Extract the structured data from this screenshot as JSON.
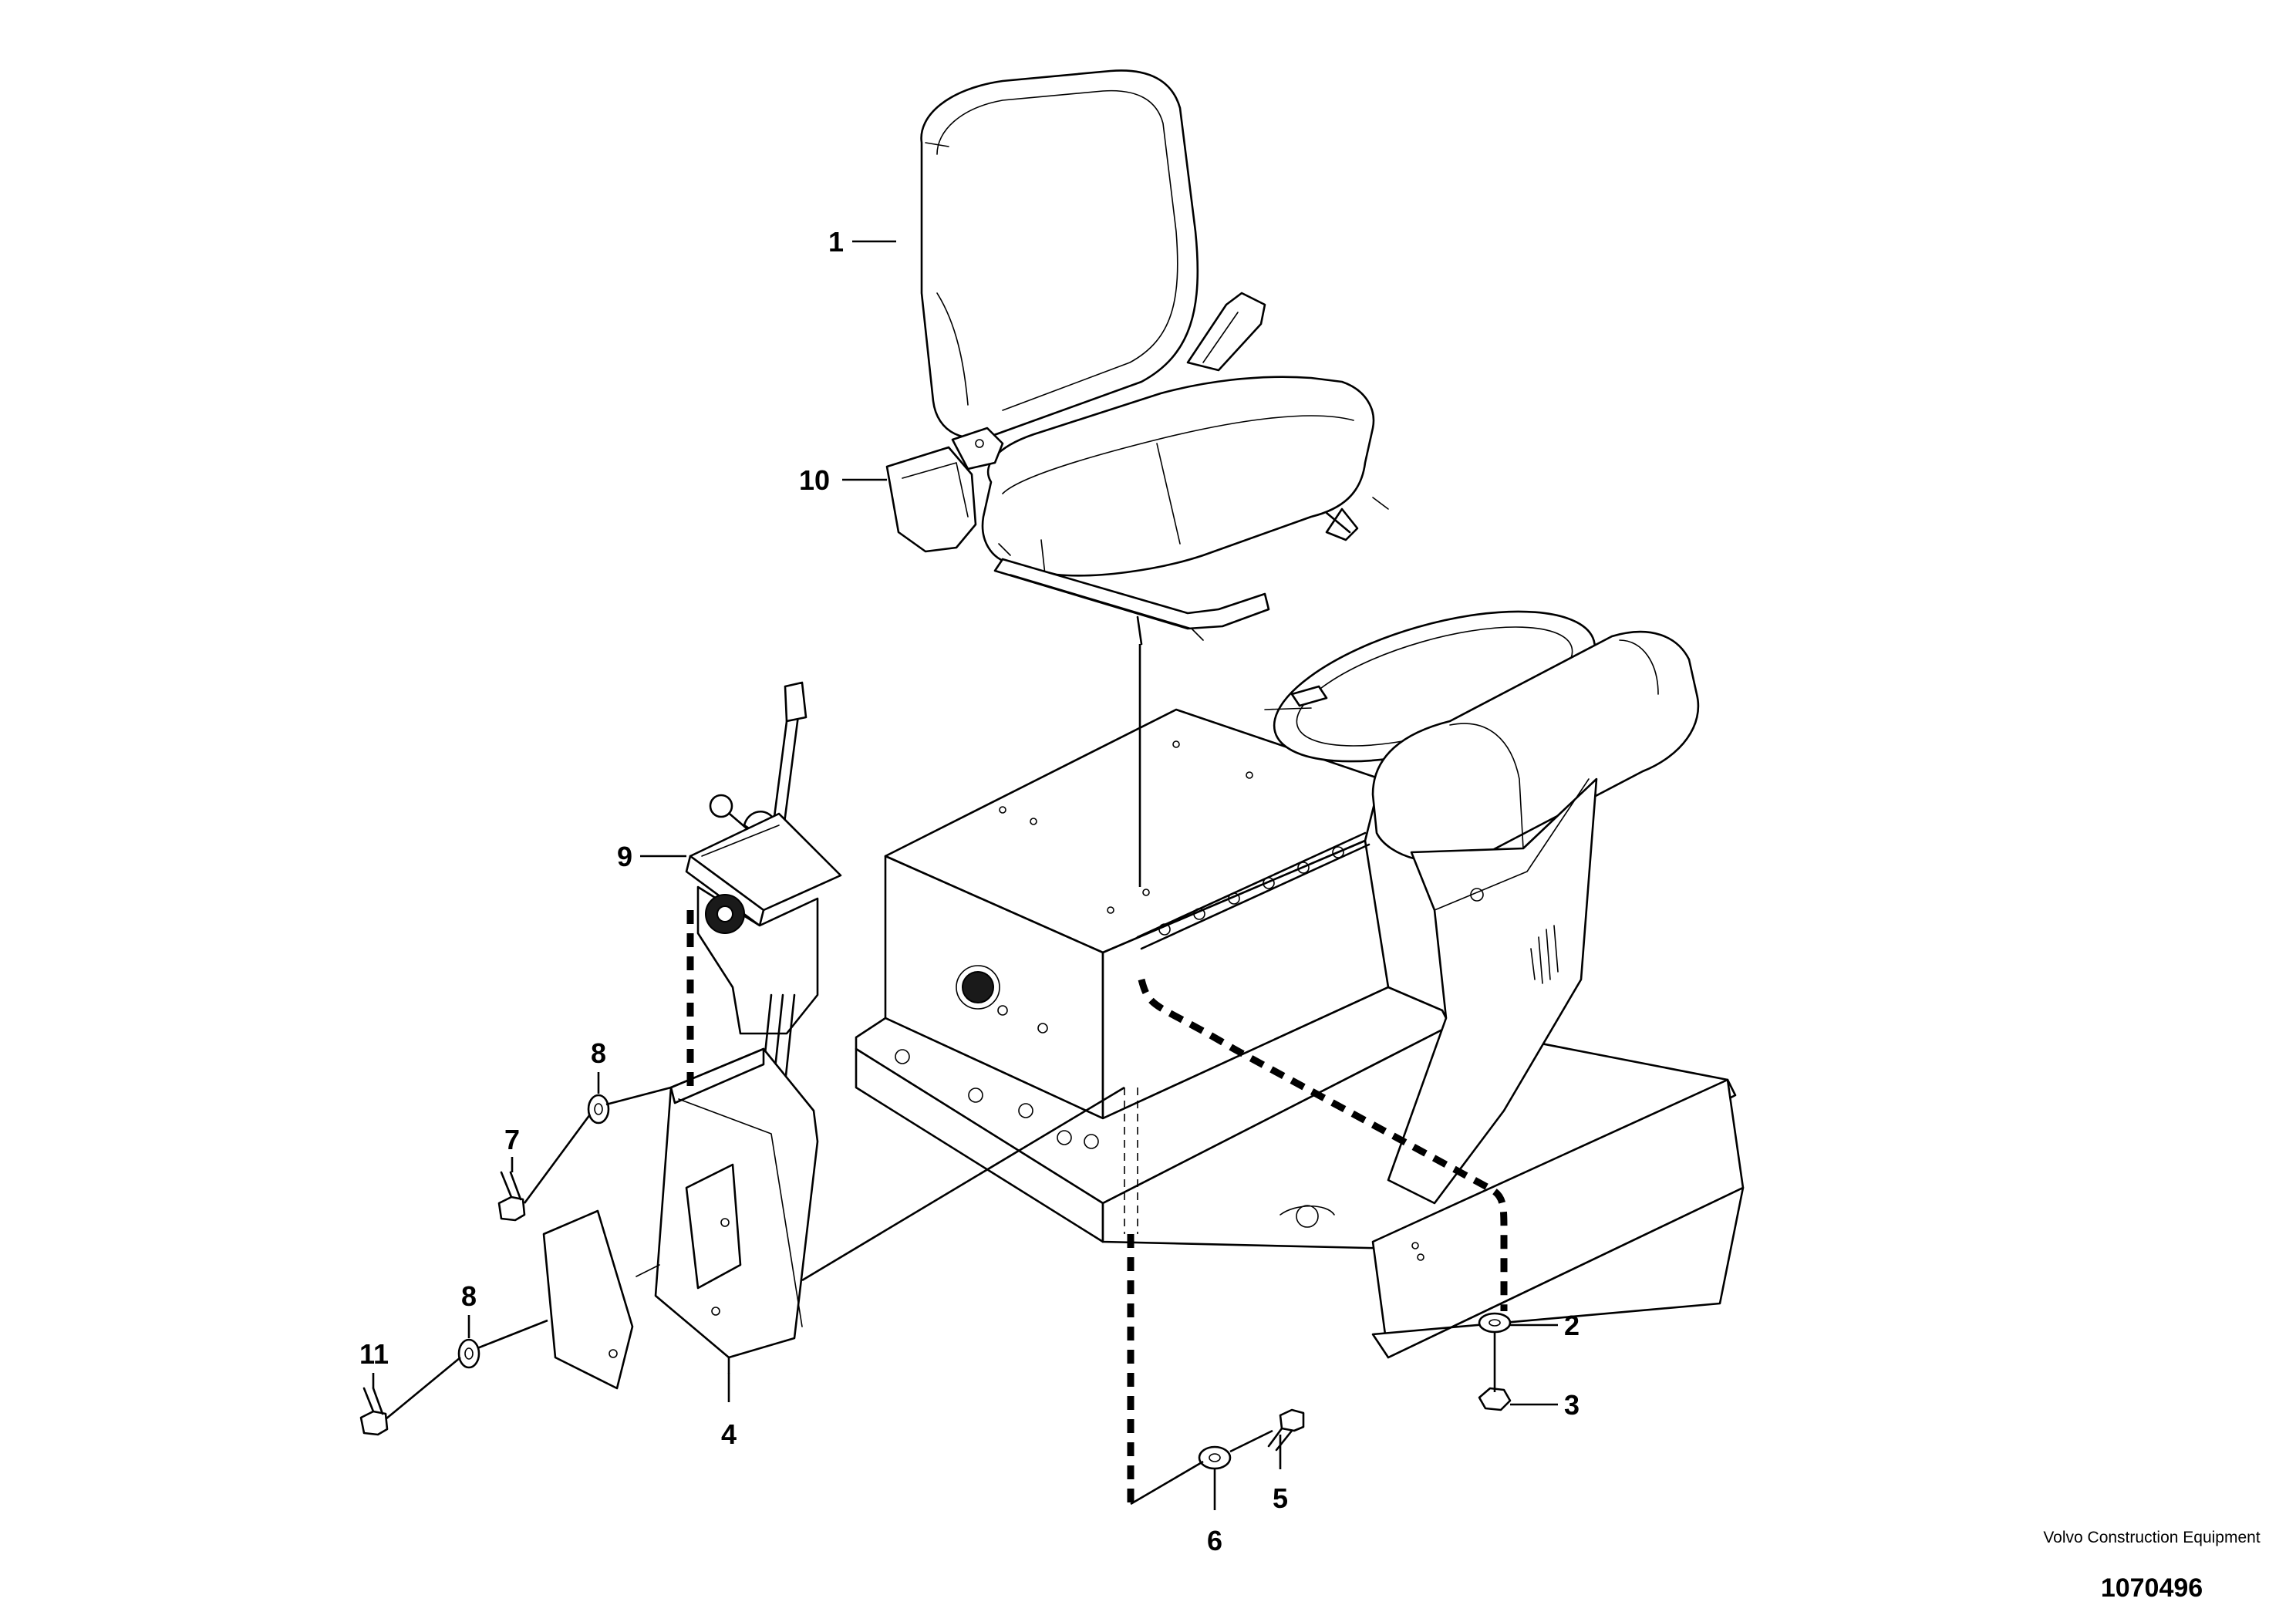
{
  "callouts": {
    "c1": "1",
    "c2": "2",
    "c3": "3",
    "c4": "4",
    "c5": "5",
    "c6": "6",
    "c7": "7",
    "c8a": "8",
    "c8b": "8",
    "c9": "9",
    "c10": "10",
    "c11": "11"
  },
  "brand": {
    "name": "Volvo Construction Equipment",
    "drawing_number": "1070496"
  }
}
